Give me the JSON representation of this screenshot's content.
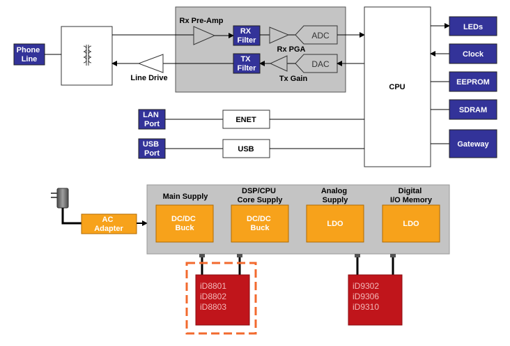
{
  "colors": {
    "navy": "#333399",
    "orange": "#f7a21b",
    "gray_panel": "#c4c4c4",
    "red_chip": "#c0151b",
    "dash_orange": "#f26a2e"
  },
  "left": {
    "phone_line": [
      "Phone",
      "Line"
    ],
    "lan_port": [
      "LAN",
      "Port"
    ],
    "usb_port": [
      "USB",
      "Port"
    ]
  },
  "analog": {
    "rx_preamp": "Rx Pre-Amp",
    "rx_filter": [
      "RX",
      "Filter"
    ],
    "tx_filter": [
      "TX",
      "Filter"
    ],
    "rx_pga": "Rx PGA",
    "tx_gain": "Tx Gain",
    "adc": "ADC",
    "dac": "DAC",
    "line_drive": "Line Drive"
  },
  "cpu": "CPU",
  "enet": "ENET",
  "usb": "USB",
  "peripherals": [
    "LEDs",
    "Clock",
    "EEPROM",
    "SDRAM",
    "Gateway"
  ],
  "power": {
    "ac_adapter": [
      "AC",
      "Adapter"
    ],
    "supplies": [
      {
        "header": [
          "Main Supply"
        ],
        "block": [
          "DC/DC",
          "Buck"
        ]
      },
      {
        "header": [
          "DSP/CPU",
          "Core Supply"
        ],
        "block": [
          "DC/DC",
          "Buck"
        ]
      },
      {
        "header": [
          "Analog",
          "Supply"
        ],
        "block": [
          "LDO"
        ]
      },
      {
        "header": [
          "Digital",
          "I/O Memory"
        ],
        "block": [
          "LDO"
        ]
      }
    ],
    "chip_left": [
      "iD8801",
      "iD8802",
      "iD8803"
    ],
    "chip_right": [
      "iD9302",
      "iD9306",
      "iD9310"
    ]
  }
}
